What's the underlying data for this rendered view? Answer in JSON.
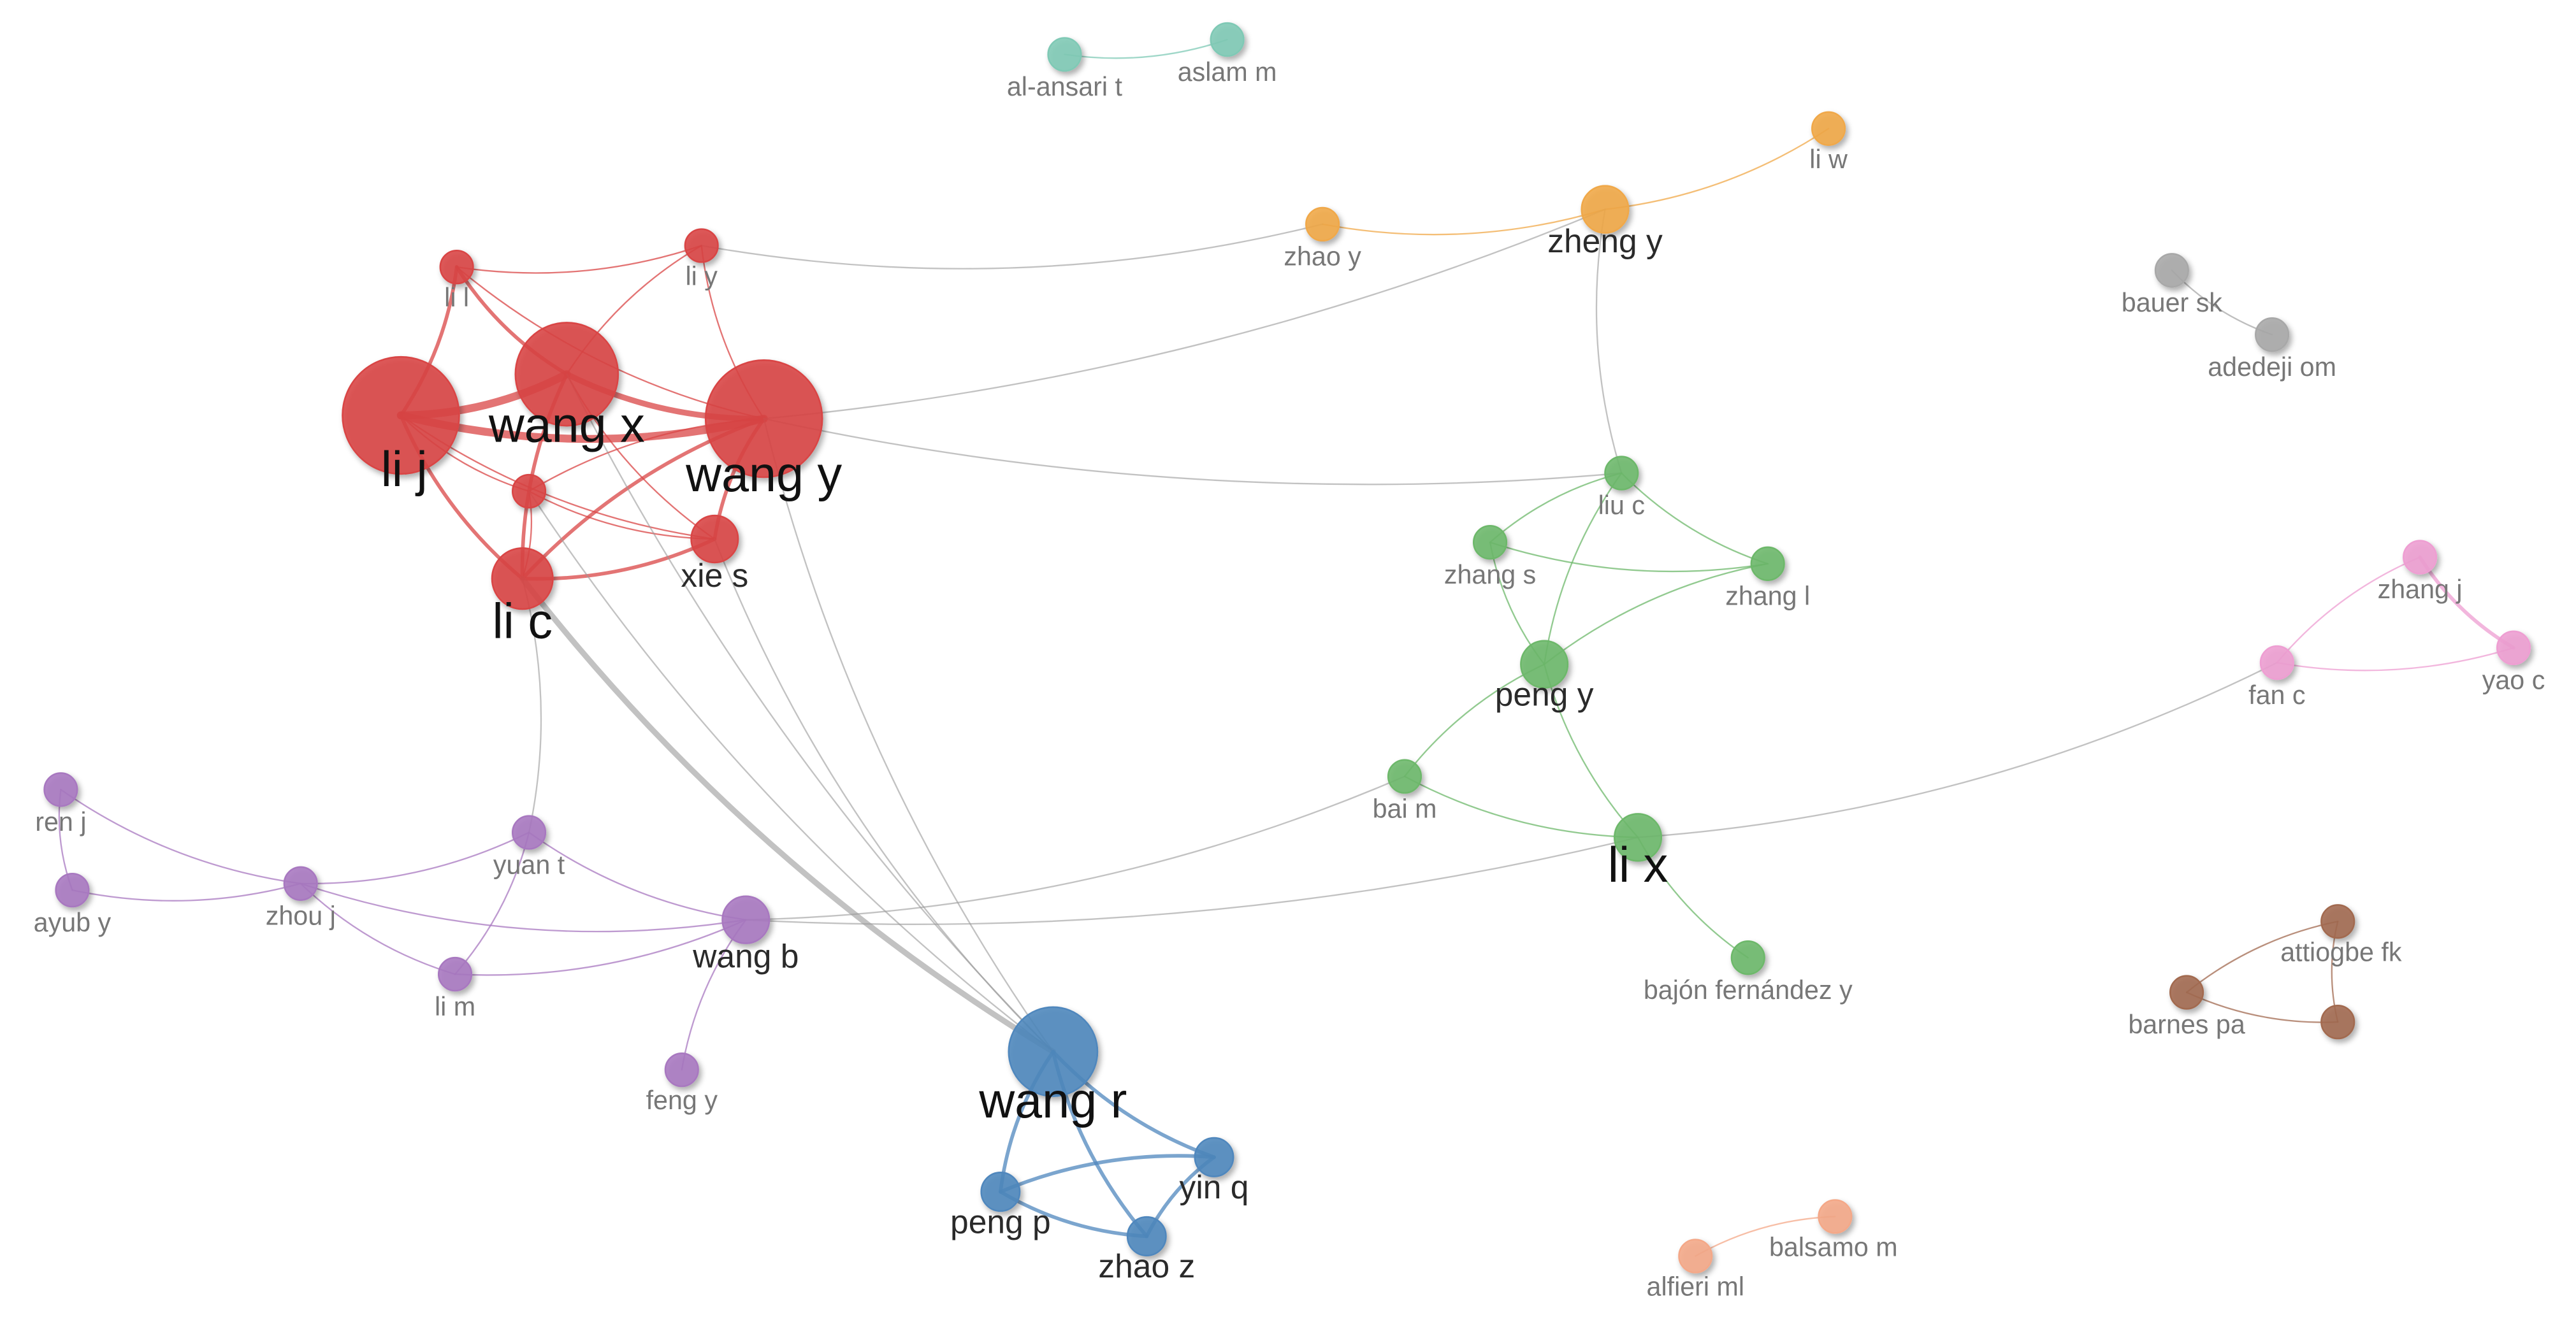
{
  "network": {
    "clusters": [
      {
        "id": "teal",
        "color": "#7fc9b5"
      },
      {
        "id": "orange",
        "color": "#f0a848"
      },
      {
        "id": "gray",
        "color": "#a8a8a8"
      },
      {
        "id": "red",
        "color": "#d94545"
      },
      {
        "id": "green",
        "color": "#6db86b"
      },
      {
        "id": "pink",
        "color": "#ee9ed2"
      },
      {
        "id": "purple",
        "color": "#a878c0"
      },
      {
        "id": "blue",
        "color": "#4f87bd"
      },
      {
        "id": "brown",
        "color": "#a26a50"
      },
      {
        "id": "salmon",
        "color": "#f4a888"
      }
    ],
    "nodes": [
      {
        "id": "al-ansari-t",
        "label": "al-ansari t",
        "cluster": "teal",
        "weight": 1
      },
      {
        "id": "aslam-m",
        "label": "aslam m",
        "cluster": "teal",
        "weight": 1
      },
      {
        "id": "zhao-y",
        "label": "zhao y",
        "cluster": "orange",
        "weight": 1
      },
      {
        "id": "zheng-y",
        "label": "zheng y",
        "cluster": "orange",
        "weight": 1.5
      },
      {
        "id": "li-w",
        "label": "li w",
        "cluster": "orange",
        "weight": 1
      },
      {
        "id": "bauer-sk",
        "label": "bauer sk",
        "cluster": "gray",
        "weight": 1
      },
      {
        "id": "adedeji-om",
        "label": "adedeji om",
        "cluster": "gray",
        "weight": 1
      },
      {
        "id": "li-l",
        "label": "li l",
        "cluster": "red",
        "weight": 1
      },
      {
        "id": "li-y",
        "label": "li y",
        "cluster": "red",
        "weight": 1
      },
      {
        "id": "li-j",
        "label": "li j",
        "cluster": "red",
        "weight": 4
      },
      {
        "id": "wang-x",
        "label": "wang x",
        "cluster": "red",
        "weight": 3.5
      },
      {
        "id": "wang-y",
        "label": "wang y",
        "cluster": "red",
        "weight": 4
      },
      {
        "id": "red-small",
        "label": "",
        "cluster": "red",
        "weight": 1
      },
      {
        "id": "xie-s",
        "label": "xie s",
        "cluster": "red",
        "weight": 1.5
      },
      {
        "id": "li-c",
        "label": "li c",
        "cluster": "red",
        "weight": 2
      },
      {
        "id": "liu-c",
        "label": "liu c",
        "cluster": "green",
        "weight": 1
      },
      {
        "id": "zhang-s",
        "label": "zhang s",
        "cluster": "green",
        "weight": 1
      },
      {
        "id": "zhang-l",
        "label": "zhang l",
        "cluster": "green",
        "weight": 1
      },
      {
        "id": "peng-y",
        "label": "peng y",
        "cluster": "green",
        "weight": 1.5
      },
      {
        "id": "bai-m",
        "label": "bai m",
        "cluster": "green",
        "weight": 1
      },
      {
        "id": "li-x",
        "label": "li x",
        "cluster": "green",
        "weight": 1.5
      },
      {
        "id": "bajon-fernandez-y",
        "label": "bajón fernández y",
        "cluster": "green",
        "weight": 1
      },
      {
        "id": "zhang-j",
        "label": "zhang j",
        "cluster": "pink",
        "weight": 1
      },
      {
        "id": "fan-c",
        "label": "fan c",
        "cluster": "pink",
        "weight": 1
      },
      {
        "id": "yao-c",
        "label": "yao c",
        "cluster": "pink",
        "weight": 1
      },
      {
        "id": "ren-j",
        "label": "ren j",
        "cluster": "purple",
        "weight": 1
      },
      {
        "id": "ayub-y",
        "label": "ayub y",
        "cluster": "purple",
        "weight": 1
      },
      {
        "id": "zhou-j",
        "label": "zhou j",
        "cluster": "purple",
        "weight": 1
      },
      {
        "id": "yuan-t",
        "label": "yuan t",
        "cluster": "purple",
        "weight": 1
      },
      {
        "id": "li-m",
        "label": "li m",
        "cluster": "purple",
        "weight": 1
      },
      {
        "id": "wang-b",
        "label": "wang b",
        "cluster": "purple",
        "weight": 1.5
      },
      {
        "id": "feng-y",
        "label": "feng y",
        "cluster": "purple",
        "weight": 1
      },
      {
        "id": "wang-r",
        "label": "wang r",
        "cluster": "blue",
        "weight": 3
      },
      {
        "id": "yin-q",
        "label": "yin q",
        "cluster": "blue",
        "weight": 1.2
      },
      {
        "id": "peng-p",
        "label": "peng p",
        "cluster": "blue",
        "weight": 1.2
      },
      {
        "id": "zhao-z",
        "label": "zhao z",
        "cluster": "blue",
        "weight": 1.2
      },
      {
        "id": "attiogbe-fk",
        "label": "attiogbe fk",
        "cluster": "brown",
        "weight": 1
      },
      {
        "id": "barnes-pa",
        "label": "barnes pa",
        "cluster": "brown",
        "weight": 1
      },
      {
        "id": "brown-third",
        "label": "",
        "cluster": "brown",
        "weight": 1
      },
      {
        "id": "balsamo-m",
        "label": "balsamo m",
        "cluster": "salmon",
        "weight": 1
      },
      {
        "id": "alfieri-ml",
        "label": "alfieri ml",
        "cluster": "salmon",
        "weight": 1
      }
    ],
    "links": [
      {
        "source": "al-ansari-t",
        "target": "aslam-m",
        "strength": 1
      },
      {
        "source": "zhao-y",
        "target": "zheng-y",
        "strength": 1
      },
      {
        "source": "zheng-y",
        "target": "li-w",
        "strength": 1
      },
      {
        "source": "bauer-sk",
        "target": "adedeji-om",
        "strength": 1
      },
      {
        "source": "li-j",
        "target": "wang-x",
        "strength": 4
      },
      {
        "source": "li-j",
        "target": "wang-y",
        "strength": 4
      },
      {
        "source": "wang-x",
        "target": "wang-y",
        "strength": 3
      },
      {
        "source": "li-j",
        "target": "li-l",
        "strength": 2
      },
      {
        "source": "li-l",
        "target": "wang-x",
        "strength": 2
      },
      {
        "source": "li-l",
        "target": "li-y",
        "strength": 1
      },
      {
        "source": "li-l",
        "target": "wang-y",
        "strength": 1
      },
      {
        "source": "li-y",
        "target": "wang-x",
        "strength": 1
      },
      {
        "source": "li-y",
        "target": "wang-y",
        "strength": 1
      },
      {
        "source": "li-j",
        "target": "li-c",
        "strength": 2
      },
      {
        "source": "li-j",
        "target": "xie-s",
        "strength": 1
      },
      {
        "source": "li-j",
        "target": "red-small",
        "strength": 1
      },
      {
        "source": "wang-x",
        "target": "li-c",
        "strength": 2
      },
      {
        "source": "wang-x",
        "target": "xie-s",
        "strength": 1
      },
      {
        "source": "wang-y",
        "target": "li-c",
        "strength": 2
      },
      {
        "source": "wang-y",
        "target": "xie-s",
        "strength": 2
      },
      {
        "source": "wang-y",
        "target": "red-small",
        "strength": 1
      },
      {
        "source": "li-c",
        "target": "xie-s",
        "strength": 2
      },
      {
        "source": "li-c",
        "target": "red-small",
        "strength": 1
      },
      {
        "source": "red-small",
        "target": "xie-s",
        "strength": 1
      },
      {
        "source": "li-y",
        "target": "zhao-y",
        "strength": 1
      },
      {
        "source": "wang-y",
        "target": "zheng-y",
        "strength": 1
      },
      {
        "source": "wang-y",
        "target": "liu-c",
        "strength": 1
      },
      {
        "source": "zheng-y",
        "target": "liu-c",
        "strength": 1
      },
      {
        "source": "liu-c",
        "target": "zhang-s",
        "strength": 1
      },
      {
        "source": "liu-c",
        "target": "zhang-l",
        "strength": 1
      },
      {
        "source": "liu-c",
        "target": "peng-y",
        "strength": 1
      },
      {
        "source": "zhang-s",
        "target": "zhang-l",
        "strength": 1
      },
      {
        "source": "zhang-s",
        "target": "peng-y",
        "strength": 1
      },
      {
        "source": "zhang-l",
        "target": "peng-y",
        "strength": 1
      },
      {
        "source": "peng-y",
        "target": "bai-m",
        "strength": 1
      },
      {
        "source": "peng-y",
        "target": "li-x",
        "strength": 1
      },
      {
        "source": "bai-m",
        "target": "li-x",
        "strength": 1
      },
      {
        "source": "li-x",
        "target": "bajon-fernandez-y",
        "strength": 1
      },
      {
        "source": "li-x",
        "target": "fan-c",
        "strength": 1
      },
      {
        "source": "zhang-j",
        "target": "fan-c",
        "strength": 1
      },
      {
        "source": "zhang-j",
        "target": "yao-c",
        "strength": 2
      },
      {
        "source": "fan-c",
        "target": "yao-c",
        "strength": 1
      },
      {
        "source": "ren-j",
        "target": "ayub-y",
        "strength": 1
      },
      {
        "source": "ren-j",
        "target": "zhou-j",
        "strength": 1
      },
      {
        "source": "ayub-y",
        "target": "zhou-j",
        "strength": 1
      },
      {
        "source": "zhou-j",
        "target": "yuan-t",
        "strength": 1
      },
      {
        "source": "zhou-j",
        "target": "li-m",
        "strength": 1
      },
      {
        "source": "zhou-j",
        "target": "wang-b",
        "strength": 1
      },
      {
        "source": "yuan-t",
        "target": "wang-b",
        "strength": 1
      },
      {
        "source": "li-m",
        "target": "yuan-t",
        "strength": 1
      },
      {
        "source": "li-m",
        "target": "wang-b",
        "strength": 1
      },
      {
        "source": "wang-b",
        "target": "feng-y",
        "strength": 1
      },
      {
        "source": "yuan-t",
        "target": "li-c",
        "strength": 1
      },
      {
        "source": "wang-b",
        "target": "bai-m",
        "strength": 1
      },
      {
        "source": "wang-b",
        "target": "li-x",
        "strength": 1
      },
      {
        "source": "li-c",
        "target": "wang-r",
        "strength": 3
      },
      {
        "source": "wang-x",
        "target": "wang-r",
        "strength": 1
      },
      {
        "source": "wang-y",
        "target": "wang-r",
        "strength": 1
      },
      {
        "source": "red-small",
        "target": "wang-r",
        "strength": 1
      },
      {
        "source": "xie-s",
        "target": "wang-r",
        "strength": 1
      },
      {
        "source": "wang-r",
        "target": "yin-q",
        "strength": 2
      },
      {
        "source": "wang-r",
        "target": "peng-p",
        "strength": 2
      },
      {
        "source": "wang-r",
        "target": "zhao-z",
        "strength": 2
      },
      {
        "source": "yin-q",
        "target": "peng-p",
        "strength": 2
      },
      {
        "source": "yin-q",
        "target": "zhao-z",
        "strength": 2
      },
      {
        "source": "peng-p",
        "target": "zhao-z",
        "strength": 2
      },
      {
        "source": "attiogbe-fk",
        "target": "barnes-pa",
        "strength": 1
      },
      {
        "source": "attiogbe-fk",
        "target": "brown-third",
        "strength": 1
      },
      {
        "source": "barnes-pa",
        "target": "brown-third",
        "strength": 1
      },
      {
        "source": "balsamo-m",
        "target": "alfieri-ml",
        "strength": 1
      }
    ]
  }
}
